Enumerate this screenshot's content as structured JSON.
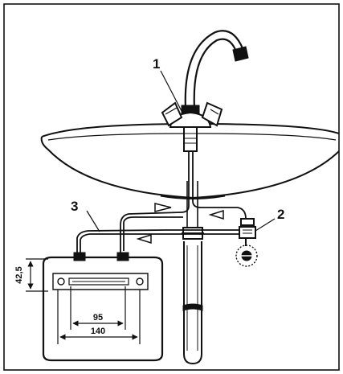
{
  "callouts": {
    "mixer_tap": "1",
    "angle_valve": "2",
    "supply_line": "3"
  },
  "dimensions": {
    "bracket_height": "42,5",
    "hole_spacing_inner": "95",
    "hole_spacing_outer": "140"
  },
  "colors": {
    "line": "#111111",
    "background": "#ffffff"
  }
}
